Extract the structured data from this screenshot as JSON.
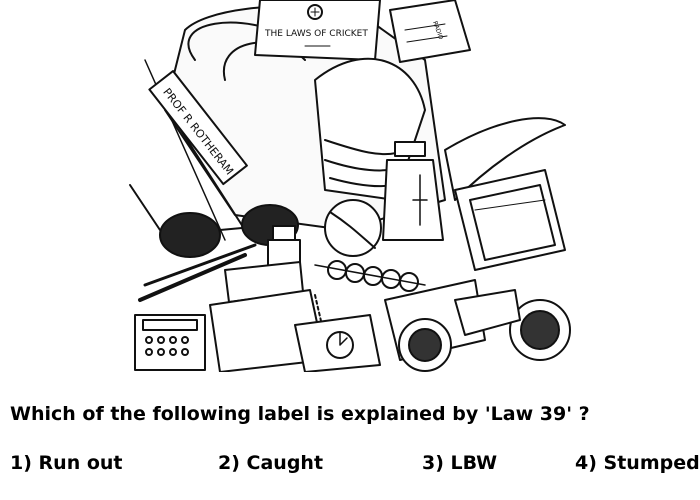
{
  "illustration": {
    "book_title": "THE LAWS OF CRICKET",
    "bag_label": "PROF R ROTHERAM",
    "ticket_label": "RADIO"
  },
  "quiz": {
    "question": "Which of the following label is explained by 'Law 39' ?",
    "options": [
      {
        "number": "1)",
        "text": "Run out"
      },
      {
        "number": "2)",
        "text": "Caught"
      },
      {
        "number": "3)",
        "text": "LBW"
      },
      {
        "number": "4)",
        "text": "Stumped"
      }
    ]
  }
}
